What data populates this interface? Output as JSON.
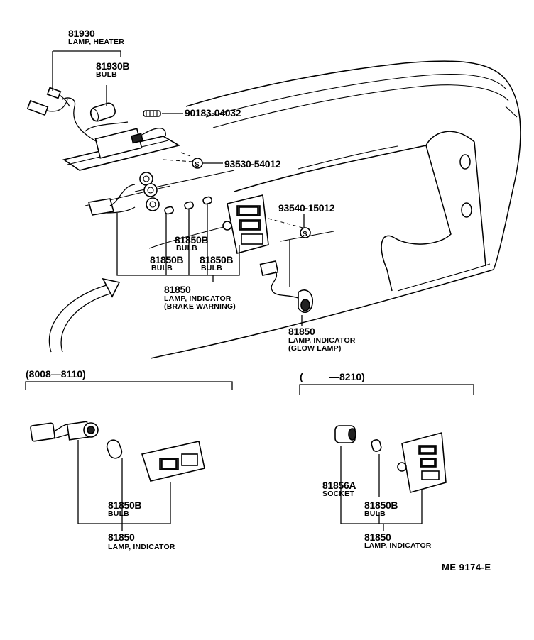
{
  "labels": {
    "lamp_heater_pn": "81930",
    "lamp_heater_name": "LAMP, HEATER",
    "bulb_heater_pn": "81930B",
    "bulb_heater_name": "BULB",
    "screw1_pn": "90183-04032",
    "screw2_pn": "93530-54012",
    "screw3_pn": "93540-15012",
    "bulb_a_pn": "81850B",
    "bulb_a_name": "BULB",
    "bulb_b_pn": "81850B",
    "bulb_b_name": "BULB",
    "bulb_c_pn": "81850B",
    "bulb_c_name": "BULB",
    "brake_lamp_pn": "81850",
    "brake_lamp_name1": "LAMP, INDICATOR",
    "brake_lamp_name2": "(BRAKE WARNING)",
    "glow_lamp_pn": "81850",
    "glow_lamp_name1": "LAMP, INDICATOR",
    "glow_lamp_name2": "(GLOW  LAMP)",
    "left_range": "(8008—8110)",
    "left_bulb_pn": "81850B",
    "left_bulb_name": "BULB",
    "left_lamp_pn": "81850",
    "left_lamp_name": "LAMP, INDICATOR",
    "right_range_open": "(",
    "right_range_end": "—8210)",
    "socket_pn": "81856A",
    "socket_name": "SOCKET",
    "right_bulb_pn": "81850B",
    "right_bulb_name": "BULB",
    "right_lamp_pn": "81850",
    "right_lamp_name": "LAMP, INDICATOR",
    "diagram_code": "ME  9174-E"
  },
  "symbols": {
    "s_mark": "S"
  }
}
